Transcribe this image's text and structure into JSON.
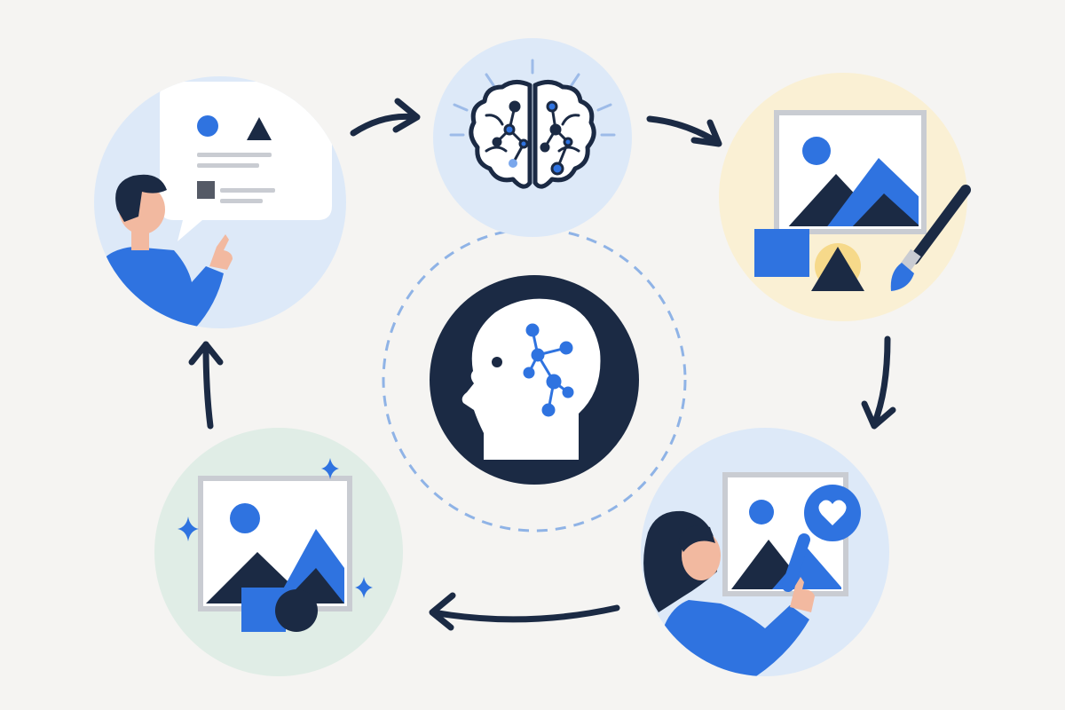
{
  "diagram": {
    "type": "cycle",
    "center": {
      "icon": "ai-head-network-icon"
    },
    "steps": [
      {
        "id": "prompt",
        "icons": [
          "person-icon",
          "speech-bubble-icon",
          "circle-icon",
          "triangle-icon",
          "square-icon",
          "text-lines-icon"
        ]
      },
      {
        "id": "ai-processing",
        "icons": [
          "brain-network-icon"
        ]
      },
      {
        "id": "generation",
        "icons": [
          "image-frame-icon",
          "paintbrush-icon",
          "square-icon",
          "triangle-icon"
        ]
      },
      {
        "id": "feedback",
        "icons": [
          "person-icon",
          "image-frame-icon",
          "heart-icon",
          "pointing-hand-icon"
        ]
      },
      {
        "id": "refined-output",
        "icons": [
          "image-frame-icon",
          "sparkle-icon",
          "square-icon",
          "circle-icon"
        ]
      }
    ],
    "flow": [
      "prompt",
      "ai-processing",
      "generation",
      "feedback",
      "refined-output",
      "prompt"
    ]
  },
  "colors": {
    "background": "#f5f4f2",
    "navy": "#1b2a44",
    "blue": "#2f73e0",
    "light_blue": "#dde9f8",
    "cream": "#faf0d4",
    "mint": "#e0ede6",
    "gray": "#c9ccd2"
  }
}
